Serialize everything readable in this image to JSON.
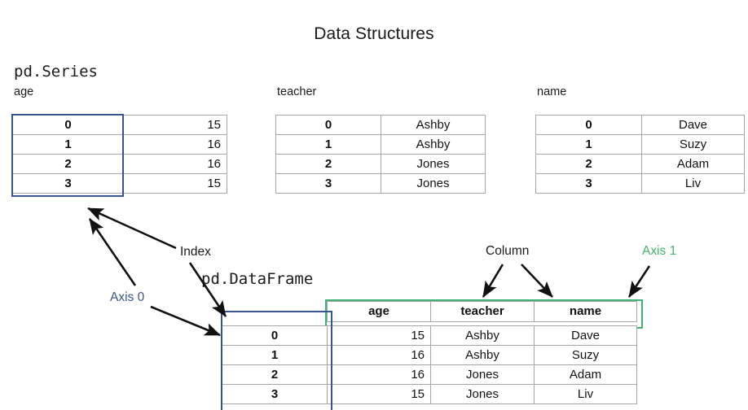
{
  "title": "Data Structures",
  "colors": {
    "index_highlight": "#37558c",
    "column_highlight": "#3eb370",
    "axis0_text": "#3a5588",
    "axis1_text": "#3eb370",
    "grid_line": "#a6a6a6",
    "arrow": "#111111",
    "background": "#ffffff"
  },
  "series_section": {
    "type_label": "pd.Series",
    "index_values": [
      "0",
      "1",
      "2",
      "3"
    ],
    "series": [
      {
        "name": "age",
        "caption": "age",
        "align": "right",
        "values": [
          "15",
          "16",
          "16",
          "15"
        ],
        "index_highlighted": true
      },
      {
        "name": "teacher",
        "caption": "teacher",
        "align": "center",
        "values": [
          "Ashby",
          "Ashby",
          "Jones",
          "Jones"
        ],
        "index_highlighted": false
      },
      {
        "name": "name",
        "caption": "name",
        "align": "center",
        "values": [
          "Dave",
          "Suzy",
          "Adam",
          "Liv"
        ],
        "index_highlighted": false
      }
    ]
  },
  "dataframe_section": {
    "type_label": "pd.DataFrame",
    "columns": [
      "age",
      "teacher",
      "name"
    ],
    "index": [
      "0",
      "1",
      "2",
      "3"
    ],
    "rows": [
      {
        "index": "0",
        "age": "15",
        "teacher": "Ashby",
        "name": "Dave"
      },
      {
        "index": "1",
        "age": "16",
        "teacher": "Ashby",
        "name": "Suzy"
      },
      {
        "index": "2",
        "age": "16",
        "teacher": "Jones",
        "name": "Adam"
      },
      {
        "index": "3",
        "age": "15",
        "teacher": "Jones",
        "name": "Liv"
      }
    ]
  },
  "annotations": {
    "index": "Index",
    "axis0": "Axis 0",
    "column": "Column",
    "axis1": "Axis 1"
  }
}
